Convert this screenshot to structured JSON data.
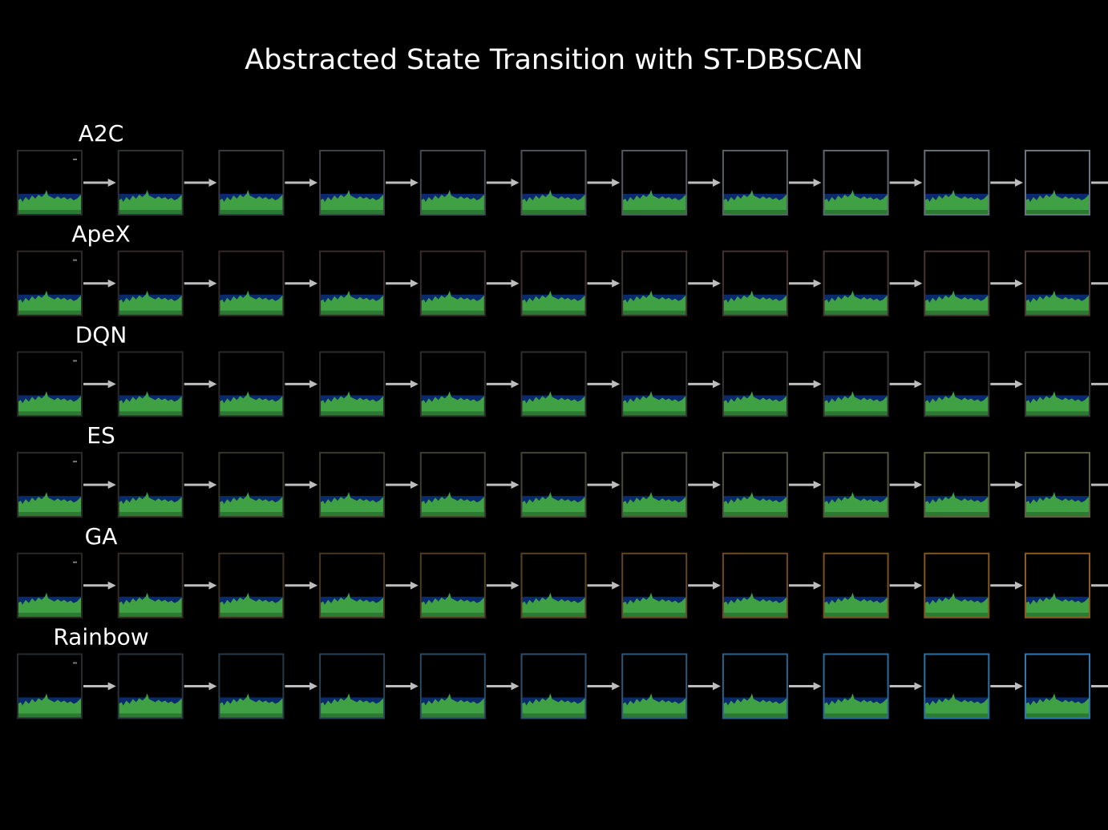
{
  "title": "Abstracted State Transition with ST-DBSCAN",
  "frames_per_row": 11,
  "arrow_color": "#bdbdbd",
  "frame_colors": {
    "sky": "#000000",
    "water": "#0a2a6e",
    "land": "#3fa044",
    "land_dark": "#2c7a31"
  },
  "rows": [
    {
      "label": "A2C",
      "border_start": "#2b2b2b",
      "border_end": "#6a7580"
    },
    {
      "label": "ApeX",
      "border_start": "#2f2626",
      "border_end": "#4a3535"
    },
    {
      "label": "DQN",
      "border_start": "#262626",
      "border_end": "#353535"
    },
    {
      "label": "ES",
      "border_start": "#2a2a26",
      "border_end": "#5a6040"
    },
    {
      "label": "GA",
      "border_start": "#2a2622",
      "border_end": "#8a5a20"
    },
    {
      "label": "Rainbow",
      "border_start": "#262a2e",
      "border_end": "#2f78b0"
    }
  ]
}
